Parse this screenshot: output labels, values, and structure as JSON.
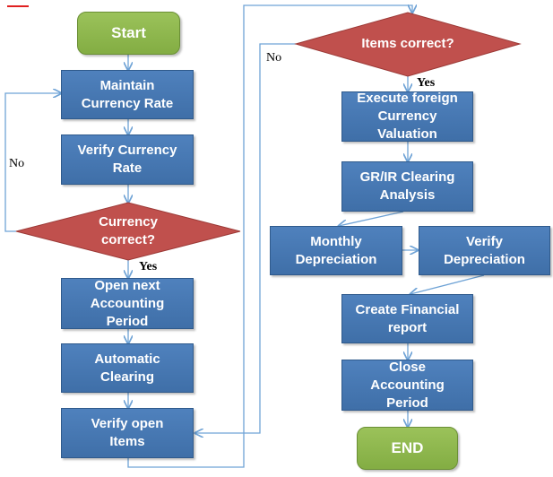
{
  "start": "Start",
  "end": "END",
  "steps": {
    "maintain": "Maintain\nCurrency Rate",
    "verify_rate": "Verify Currency\nRate",
    "open_period": "Open next\nAccounting\nPeriod",
    "auto_clearing": "Automatic\nClearing",
    "verify_open": "Verify open\nItems",
    "execute_fc": "Execute foreign\nCurrency\nValuation",
    "grir": "GR/IR Clearing\nAnalysis",
    "monthly_dep": "Monthly\nDepreciation",
    "verify_dep": "Verify\nDepreciation",
    "financial_report": "Create Financial\nreport",
    "close_period": "Close\nAccounting\nPeriod"
  },
  "decisions": {
    "currency_correct": "Currency\ncorrect?",
    "items_correct": "Items correct?"
  },
  "labels": {
    "no_left": "No",
    "yes_left": "Yes",
    "no_right": "No",
    "yes_right": "Yes"
  },
  "colors": {
    "process": "#4f81bd",
    "terminal": "#9bbb59",
    "decision": "#c0504d",
    "connector": "#6fa3d6"
  }
}
